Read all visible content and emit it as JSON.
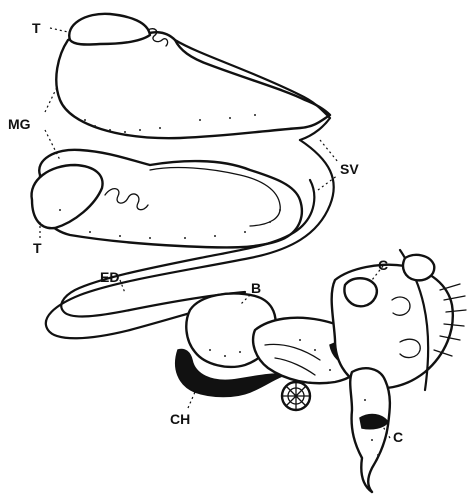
{
  "figure": {
    "background_color": "#ffffff",
    "ink_color": "#111111",
    "labels": {
      "testis_top": "T",
      "testis_bottom": "T",
      "mid_gut": "MG",
      "seminal_vesicle": "SV",
      "ejaculatory_duct": "ED",
      "bulb": "B",
      "chitinous": "CH",
      "cerci_top": "C",
      "cerci_bottom": "C"
    }
  }
}
